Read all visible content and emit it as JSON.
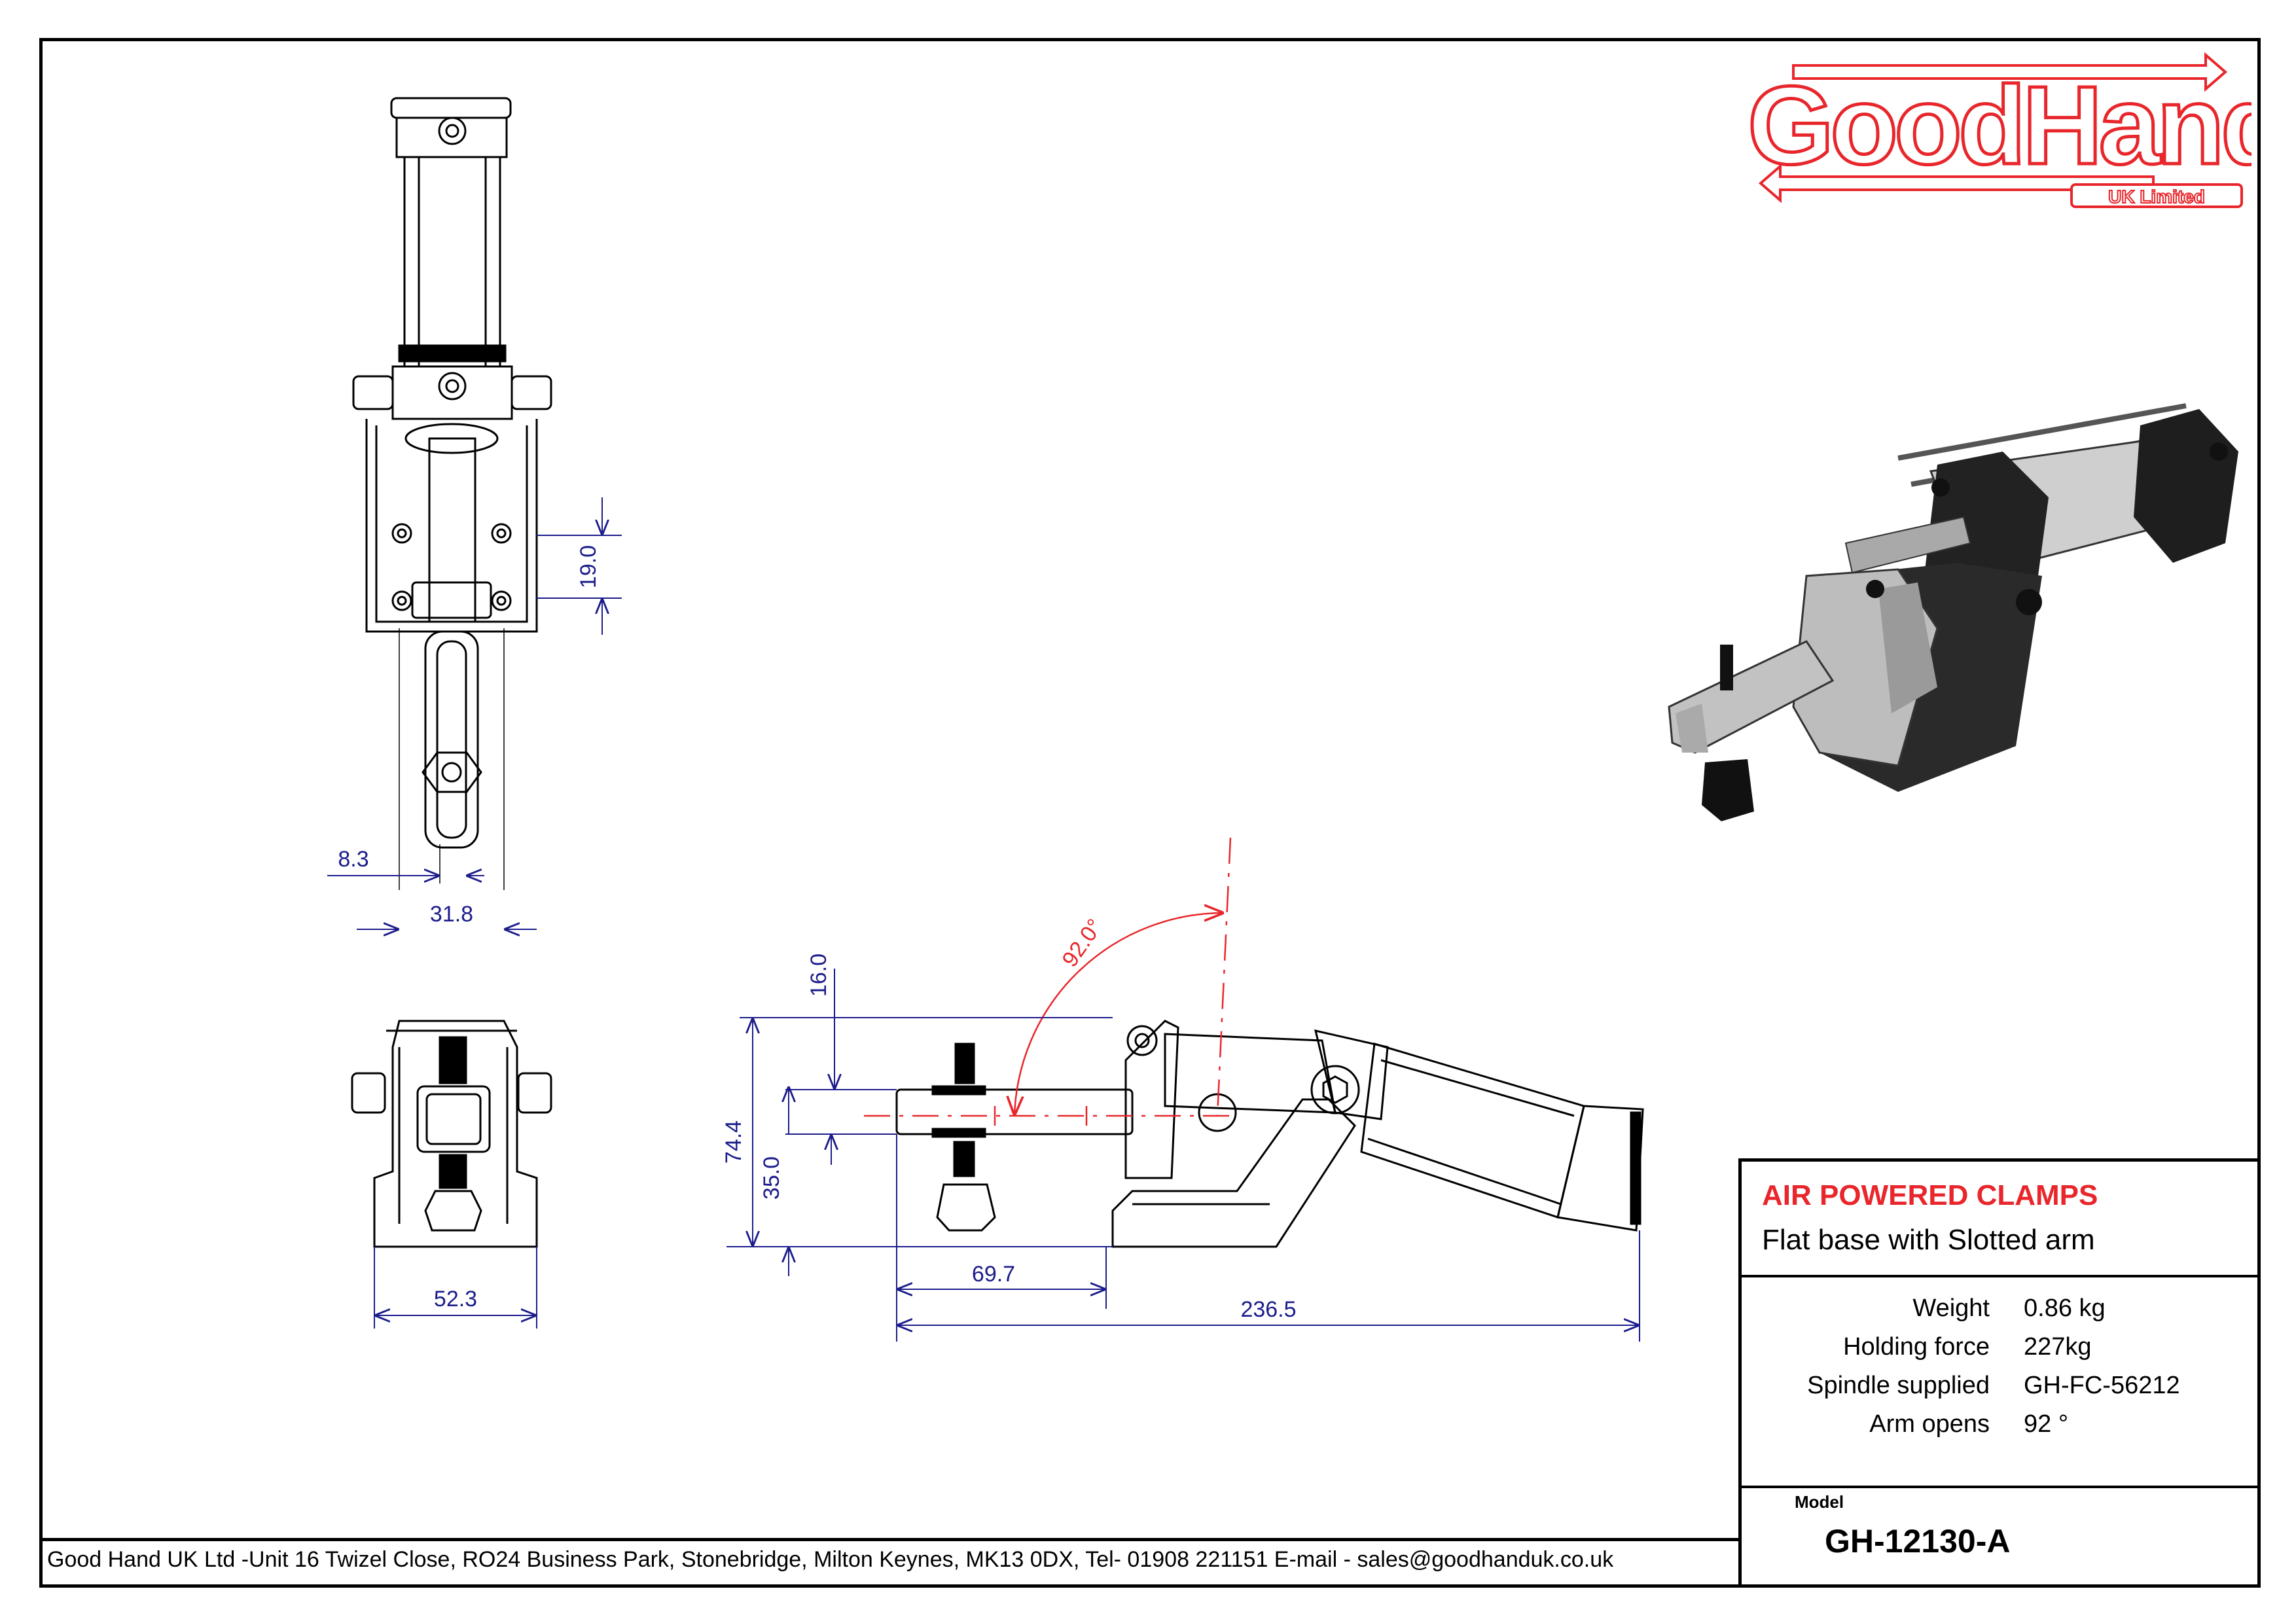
{
  "logo": {
    "main": "GoodHand",
    "sub": "UK Limited",
    "color": "#e8262b"
  },
  "title_block": {
    "title": "AIR POWERED CLAMPS",
    "subtitle": "Flat base with Slotted arm",
    "specs": [
      {
        "label": "Weight",
        "value": "0.86 kg"
      },
      {
        "label": "Holding force",
        "value": "227kg"
      },
      {
        "label": "Spindle supplied",
        "value": "GH-FC-56212"
      },
      {
        "label": "Arm opens",
        "value": "92 °"
      }
    ],
    "model_label": "Model",
    "model_value": "GH-12130-A"
  },
  "footer": "Good Hand UK Ltd -Unit 16 Twizel Close, RO24 Business Park, Stonebridge, Milton Keynes, MK13 0DX, Tel- 01908 221151 E-mail - sales@goodhanduk.co.uk",
  "dimensions": {
    "top_view_hole_spacing": "19.0",
    "top_view_slot_offset": "8.3",
    "top_view_width": "31.8",
    "front_view_width": "52.3",
    "side_arm_clearance": "16.0",
    "side_total_height": "74.4",
    "side_arm_height": "35.0",
    "side_arm_length": "69.7",
    "side_total_length": "236.5",
    "arm_open_angle": "92.0°"
  },
  "colors": {
    "accent_red": "#e8262b",
    "dimension_blue": "#1c1c8c",
    "line": "#000000"
  }
}
